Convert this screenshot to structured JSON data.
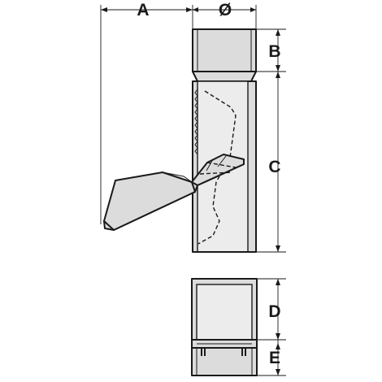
{
  "dimensions": {
    "a": "A",
    "diameter": "Ø",
    "b": "B",
    "c": "C",
    "d": "D",
    "e": "E"
  },
  "colors": {
    "line": "#1a1a1a",
    "pipe_fill": "#dcdcdc",
    "background": "#ffffff"
  }
}
